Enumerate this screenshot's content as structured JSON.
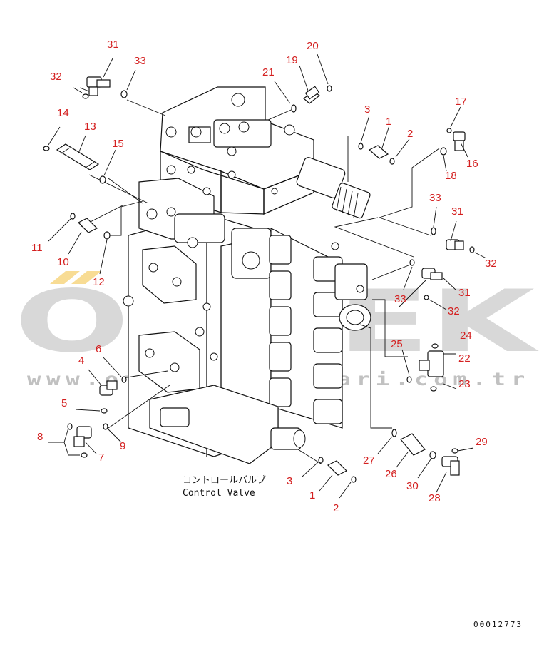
{
  "diagram": {
    "assembly_label_jp": "コントロールバルブ",
    "assembly_label_en": "Control Valve",
    "document_number": "00012773",
    "watermark_text": "OTOEK",
    "watermark_url": "www.otoismakinalari.com.tr",
    "callout_color": "#d42020",
    "callouts": [
      "31",
      "33",
      "32",
      "21",
      "19",
      "20",
      "14",
      "13",
      "15",
      "3",
      "1",
      "2",
      "17",
      "16",
      "18",
      "33",
      "31",
      "32",
      "11",
      "10",
      "12",
      "33",
      "31",
      "32",
      "24",
      "22",
      "23",
      "25",
      "4",
      "6",
      "5",
      "8",
      "7",
      "9",
      "27",
      "26",
      "30",
      "29",
      "28",
      "3",
      "1",
      "2"
    ]
  }
}
